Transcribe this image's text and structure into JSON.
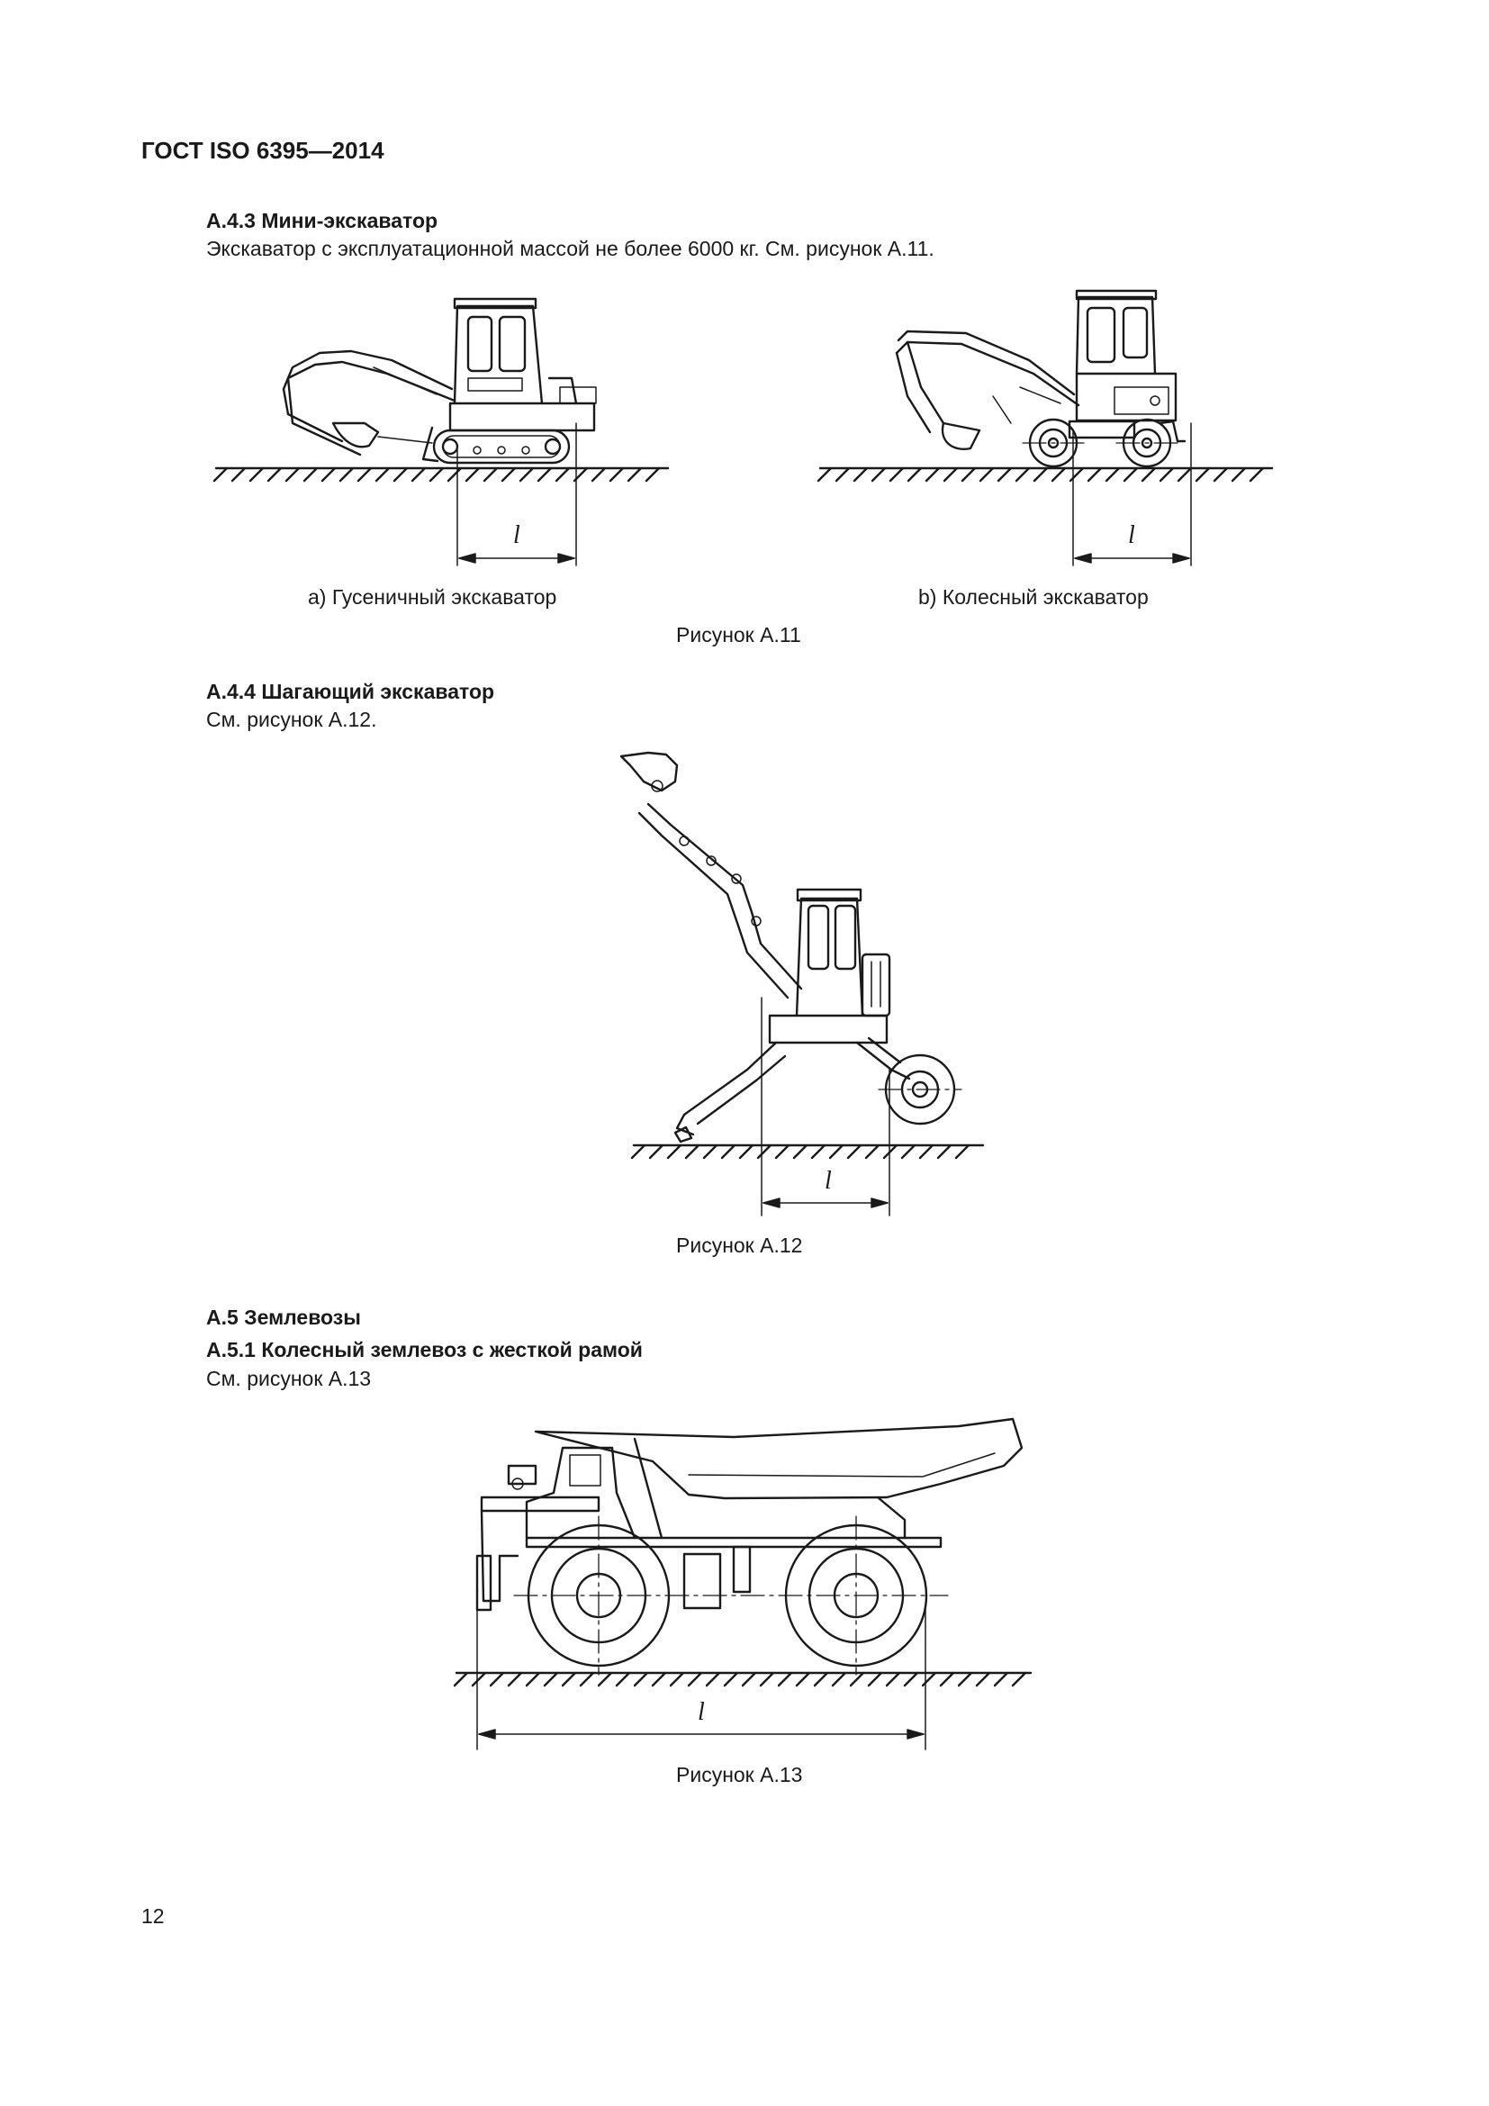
{
  "header": {
    "doc_code": "ГОСТ ISO 6395—2014"
  },
  "sections": {
    "a43": {
      "heading": "А.4.3  Мини-экскаватор",
      "text": "Экскаватор с эксплуатационной массой не более 6000 кг. См. рисунок А.11.",
      "sub_a": "а)  Гусеничный экскаватор",
      "sub_b": "b)  Колесный экскаватор",
      "caption": "Рисунок А.11"
    },
    "a44": {
      "heading": "А.4.4  Шагающий экскаватор",
      "text": "См. рисунок А.12.",
      "caption": "Рисунок А.12"
    },
    "a5": {
      "heading": "А.5  Землевозы"
    },
    "a51": {
      "heading": "А.5.1  Колесный землевоз с жесткой рамой",
      "text": "См. рисунок А.13",
      "caption": "Рисунок А.13"
    }
  },
  "dimension_label": "l",
  "page_number": "12"
}
